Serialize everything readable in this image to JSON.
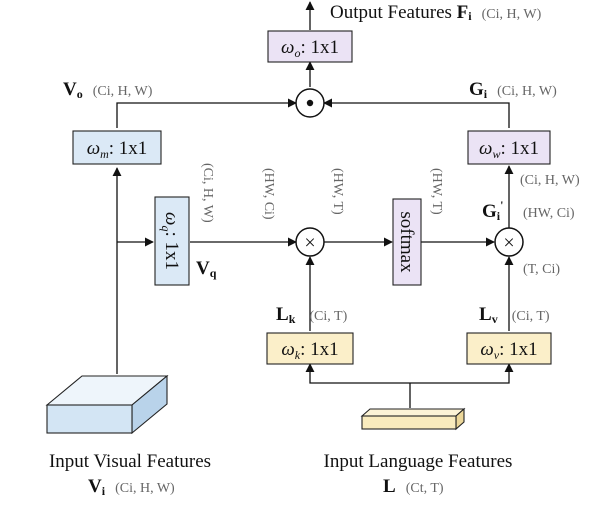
{
  "output": {
    "title": "Output Features",
    "symbol": "F",
    "sub": "i",
    "dims": "(Ci, H, W)"
  },
  "wo": {
    "greek": "ω",
    "sub": "o",
    "rest": ": 1x1"
  },
  "vo": {
    "symbol": "V",
    "sub": "o",
    "dims": "(Ci, H, W)"
  },
  "gi_top": {
    "symbol": "G",
    "sub": "i",
    "dims": "(Ci, H, W)"
  },
  "wm": {
    "greek": "ω",
    "sub": "m",
    "rest": ": 1x1"
  },
  "ww": {
    "greek": "ω",
    "sub": "w",
    "rest": ": 1x1"
  },
  "ww_out_dims": "(Ci, H, W)",
  "wq": {
    "greek": "ω",
    "sub": "q",
    "rest": ": 1x1"
  },
  "wq_in_dims": "(Ci, H, W)",
  "vq": {
    "symbol": "V",
    "sub": "q"
  },
  "vq_dims": "(HW, Ci)",
  "lk_vert_dims": "(HW, T)",
  "softmax_label": "softmax",
  "softmax_out_dims": "(HW, T)",
  "gi_mid": {
    "symbol": "G",
    "sub": "i",
    "sup": "'",
    "dims": "(HW, Ci)"
  },
  "lv_mult_dims": "(T, Ci)",
  "lk": {
    "symbol": "L",
    "sub": "k",
    "dims": "(Ci, T)"
  },
  "lv": {
    "symbol": "L",
    "sub": "v",
    "dims": "(Ci, T)"
  },
  "wk": {
    "greek": "ω",
    "sub": "k",
    "rest": ": 1x1"
  },
  "wv": {
    "greek": "ω",
    "sub": "v",
    "rest": ": 1x1"
  },
  "visual": {
    "title": "Input Visual Features",
    "symbol": "V",
    "sub": "i",
    "dims": "(Ci, H, W)"
  },
  "language": {
    "title": "Input Language Features",
    "symbol": "L",
    "dims": "(Ct, T)"
  },
  "ops": {
    "hadamard": "⊙",
    "matmul": "×"
  }
}
